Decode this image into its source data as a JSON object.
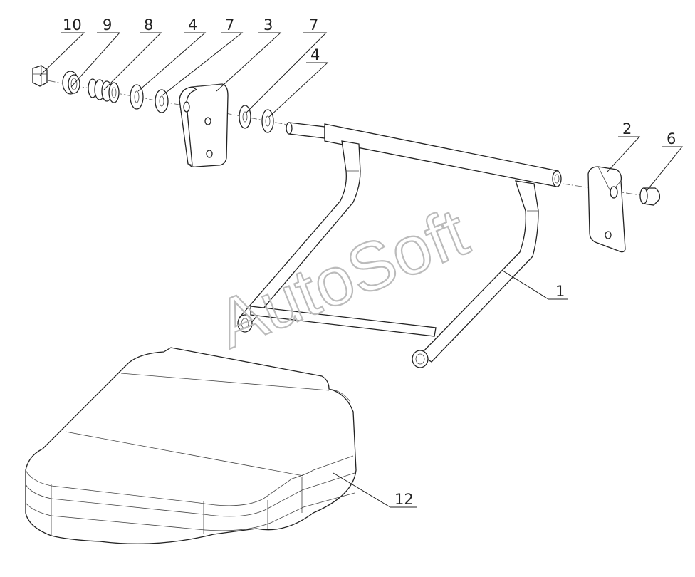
{
  "watermark": "AutoSoft",
  "callouts": [
    "10",
    "9",
    "8",
    "4",
    "7",
    "3",
    "7",
    "4",
    "2",
    "6",
    "1",
    "12"
  ]
}
